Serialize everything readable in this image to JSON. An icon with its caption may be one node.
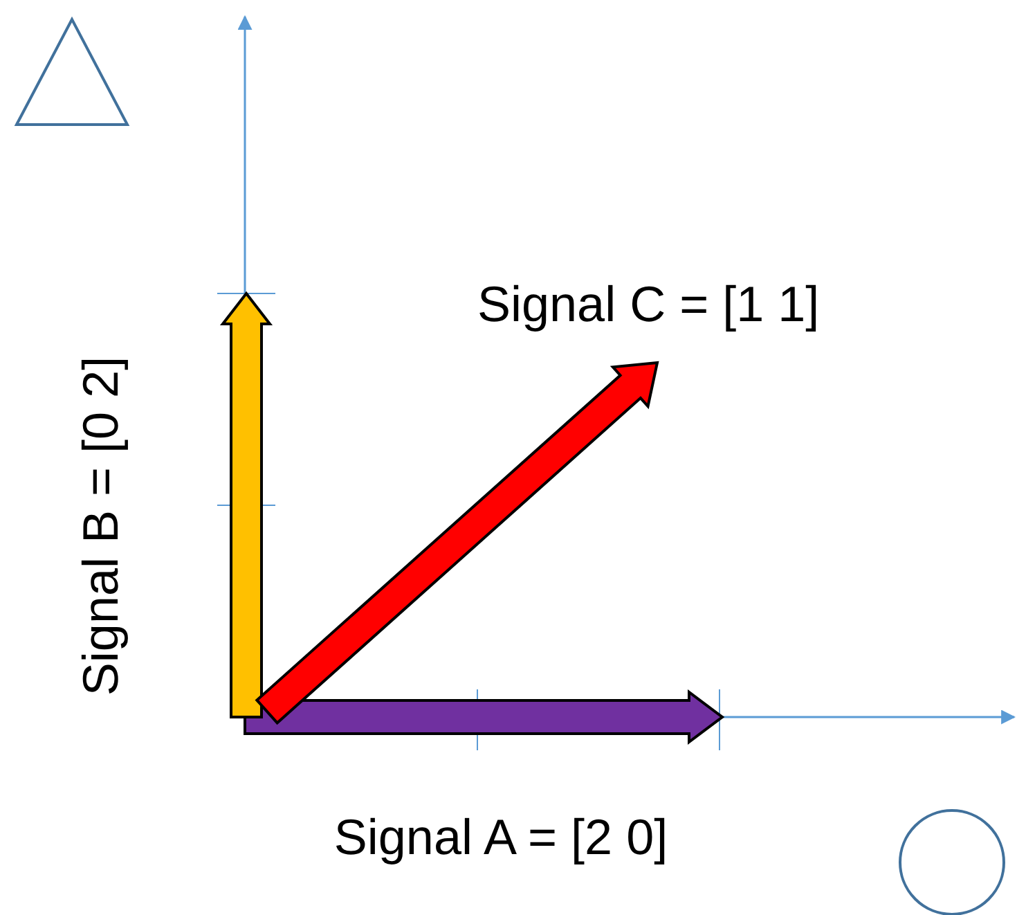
{
  "diagram": {
    "nodes": [
      {
        "text": [],
        "shape": "triangle"
      },
      {
        "text": [],
        "shape": "circle"
      }
    ],
    "labels": [
      "Signal C = [1 1]",
      "Signal B = [0 2]",
      "Signal A = [2 0]"
    ]
  }
}
